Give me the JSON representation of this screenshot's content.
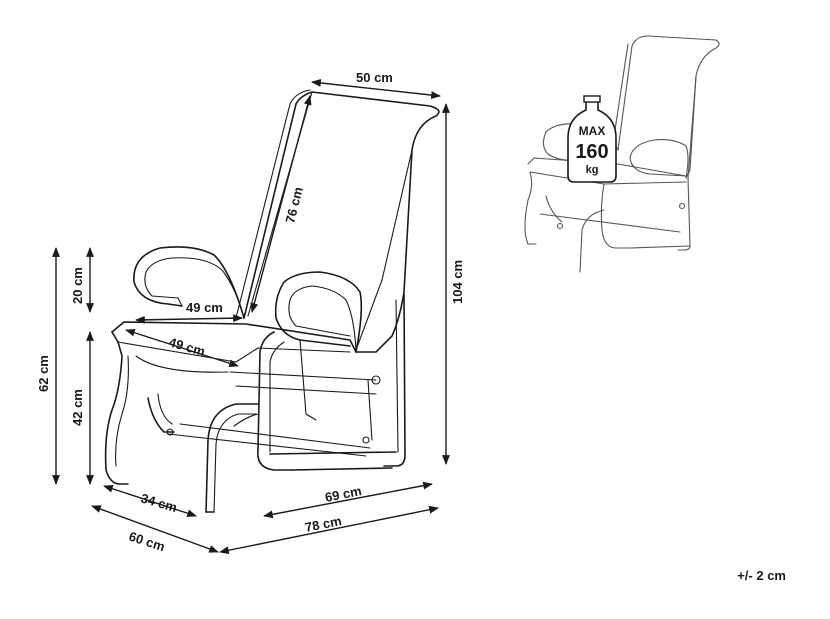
{
  "dimensions": {
    "seat_back_width": "50 cm",
    "back_height": "76 cm",
    "total_height": "104 cm",
    "armrest_height": "20 cm",
    "overall_height_front": "62 cm",
    "seat_height": "42 cm",
    "armrest_width": "49 cm",
    "seat_depth": "49 cm",
    "base_width": "34 cm",
    "base_depth": "69 cm",
    "overall_width": "60 cm",
    "overall_depth": "78 cm"
  },
  "badge": {
    "line1": "MAX",
    "line2": "160",
    "line3": "kg"
  },
  "tolerance": "+/- 2 cm",
  "colors": {
    "line": "#1a1a1a",
    "mini_line": "#555555",
    "background": "#ffffff"
  }
}
